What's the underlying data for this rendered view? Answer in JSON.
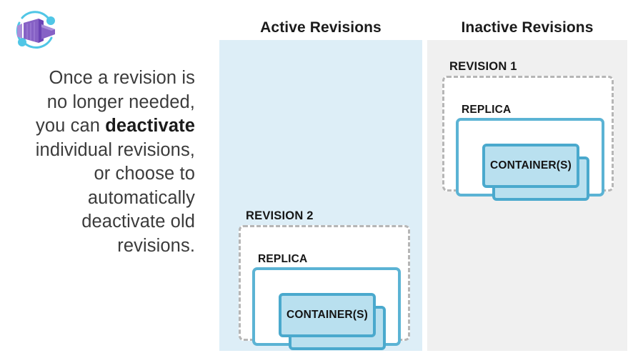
{
  "brand": {
    "logo_name": "azure-container-apps-logo",
    "colors": {
      "cube_primary": "#8661c5",
      "cube_light": "#a98eda",
      "cube_dark": "#6b43b5",
      "orbit": "#50c6e6"
    }
  },
  "caption": {
    "line1": "Once a revision is",
    "line2": "no longer needed,",
    "line3_prefix": "you can ",
    "line3_bold": "deactivate",
    "line4": "individual revisions,",
    "line5": "or choose to",
    "line6": "automatically",
    "line7": "deactivate old",
    "line8": "revisions."
  },
  "columns": {
    "active": {
      "heading": "Active Revisions",
      "background": "#ddeef7"
    },
    "inactive": {
      "heading": "Inactive Revisions",
      "background": "#f0f0f0"
    }
  },
  "revisions": [
    {
      "id": "revision-1",
      "label": "REVISION 1",
      "column": "inactive",
      "replica_label": "REPLICA",
      "container_label": "CONTAINER(S)",
      "container_count": 2
    },
    {
      "id": "revision-2",
      "label": "REVISION 2",
      "column": "active",
      "replica_label": "REPLICA",
      "container_label": "CONTAINER(S)",
      "container_count": 2
    }
  ],
  "palette": {
    "container_fill": "#b9e0ef",
    "container_border": "#4aa9cd",
    "replica_border": "#5bb3d4",
    "dashed_border": "#b6b6b6",
    "text": "#161616",
    "caption_text": "#3b3b3b"
  }
}
